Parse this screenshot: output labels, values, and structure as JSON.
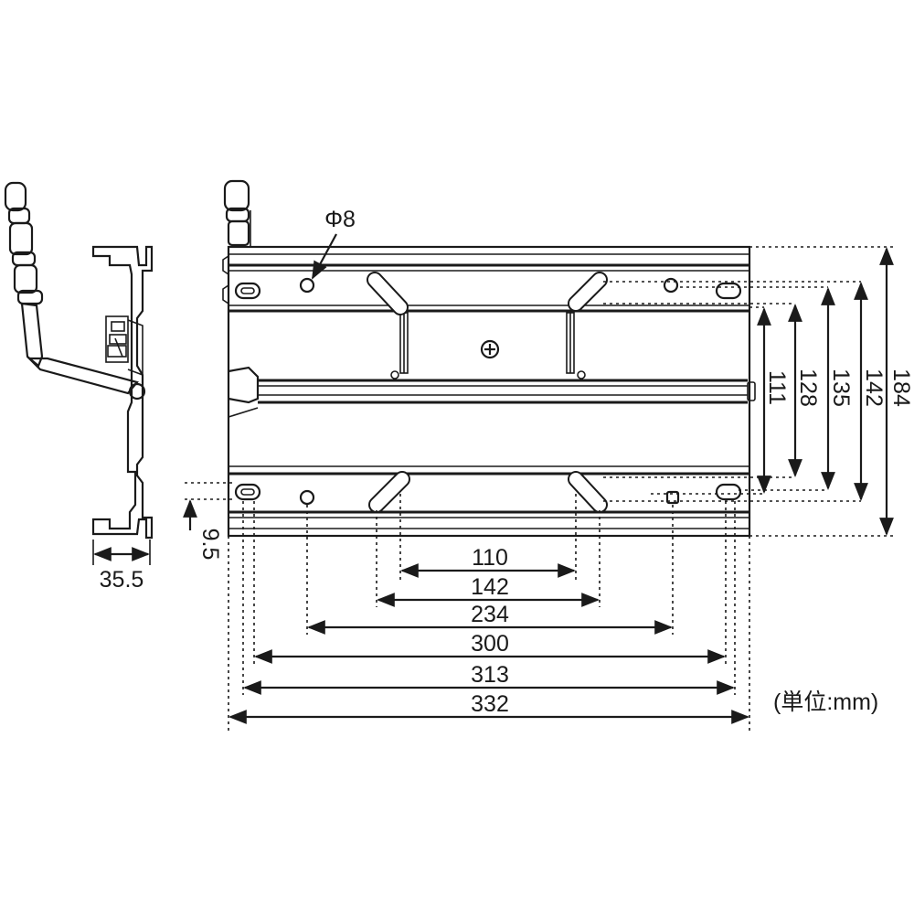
{
  "diagram": {
    "hole_label": "Φ8",
    "unit_label": "(単位:mm)",
    "side_view": {
      "depth_label": "35.5",
      "offset_label": "9.5"
    },
    "horizontal_dimensions": [
      "110",
      "142",
      "234",
      "300",
      "313",
      "332"
    ],
    "vertical_dimensions": [
      "111",
      "128",
      "135",
      "142",
      "184"
    ]
  }
}
